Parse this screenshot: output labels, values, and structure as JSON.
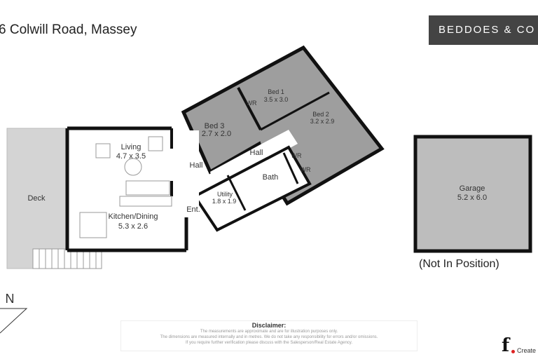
{
  "header": {
    "address": "6 Colwill Road, Massey",
    "brand": "BEDDOES & CO"
  },
  "rooms": {
    "living": {
      "name": "Living",
      "size": "4.7 x 3.5"
    },
    "kitchen": {
      "name": "Kitchen/Dining",
      "size": "5.3 x 2.6"
    },
    "deck": {
      "name": "Deck"
    },
    "hall1": {
      "name": "Hall"
    },
    "hall2": {
      "name": "Hall"
    },
    "entry": {
      "name": "Ent."
    },
    "bed1": {
      "name": "Bed 1",
      "size": "3.5 x 3.0"
    },
    "bed2": {
      "name": "Bed 2",
      "size": "3.2 x 2.9"
    },
    "bed3": {
      "name": "Bed 3",
      "size": "2.7 x 2.0"
    },
    "wr1": {
      "name": "WR"
    },
    "wr2": {
      "name": "WR"
    },
    "wr3": {
      "name": "WR"
    },
    "bath": {
      "name": "Bath"
    },
    "utility": {
      "name": "Utility",
      "size": "1.8 x 1.9"
    },
    "garage": {
      "name": "Garage",
      "size": "5.2 x 6.0"
    }
  },
  "garage_note": "(Not In Position)",
  "compass": {
    "label": "N"
  },
  "disclaimer": {
    "title": "Disclaimer:",
    "lines": [
      "The measurements are approximate and are for illustration purposes only.",
      "The dimensions are measured internally and in metres. We do not take any responsibility for errors and/or omissions.",
      "If you require further verification please discuss with the Salesperson/Real Estate Agency."
    ]
  },
  "footer_brand": {
    "mark": "f",
    "text": "Create"
  },
  "colors": {
    "bedroom_fill": "#9e9e9e",
    "deck_fill": "#d4d4d4",
    "garage_fill": "#bdbdbd",
    "wall": "#111111",
    "logo_bg": "#444444"
  }
}
